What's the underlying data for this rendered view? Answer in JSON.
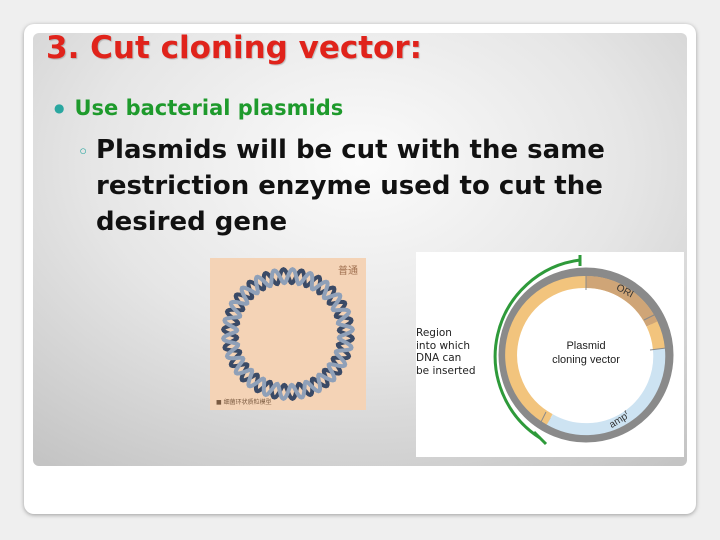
{
  "slide": {
    "title": "3.  Cut cloning vector:",
    "bullet_1": "Use bacterial plasmids",
    "bullet_2": "Plasmids will be cut with the same restriction enzyme used to cut the desired gene"
  },
  "dna_image": {
    "corner_text": "普通",
    "caption": "■ 细菌环状质粒模型"
  },
  "plasmid_diagram": {
    "region_label": [
      "Region",
      "into which",
      "DNA can",
      "be inserted"
    ],
    "center_label": [
      "Plasmid",
      "cloning vector"
    ],
    "ori_label": "ORI",
    "amp_label": "amp",
    "amp_superscript": "r"
  },
  "colors": {
    "title": "#e0231b",
    "bullet_1": "#1e9a2c",
    "bracket_green": "#2e9a3a",
    "ring_orange": "#f2c47d",
    "ring_blue": "#cde3f2",
    "ori_segment": "#cfa577"
  }
}
